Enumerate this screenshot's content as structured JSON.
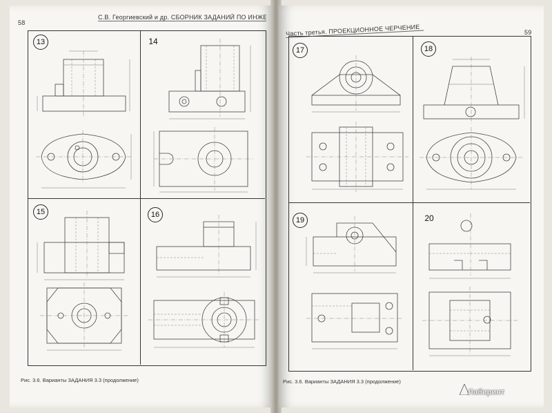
{
  "left_page": {
    "page_number": "58",
    "running_head": "С.В. Георгиевский и др. СБОРНИК ЗАДАНИЙ ПО ИНЖЕНЕРНОЙ ГРАФИКЕ",
    "tasks": [
      "13",
      "14",
      "15",
      "16"
    ],
    "caption": "Рис. 3.6. Варианты ЗАДАНИЯ 3.3 (продолжение)"
  },
  "right_page": {
    "page_number": "59",
    "running_head": "Часть третья. ПРОЕКЦИОННОЕ ЧЕРЧЕНИЕ",
    "tasks": [
      "17",
      "18",
      "19",
      "20"
    ],
    "caption": "Рис. 3.6. Варианты ЗАДАНИЯ 3.3 (продолжение)"
  },
  "watermark": {
    "text": "Лабиринт",
    "color": "#f3f3f3"
  }
}
